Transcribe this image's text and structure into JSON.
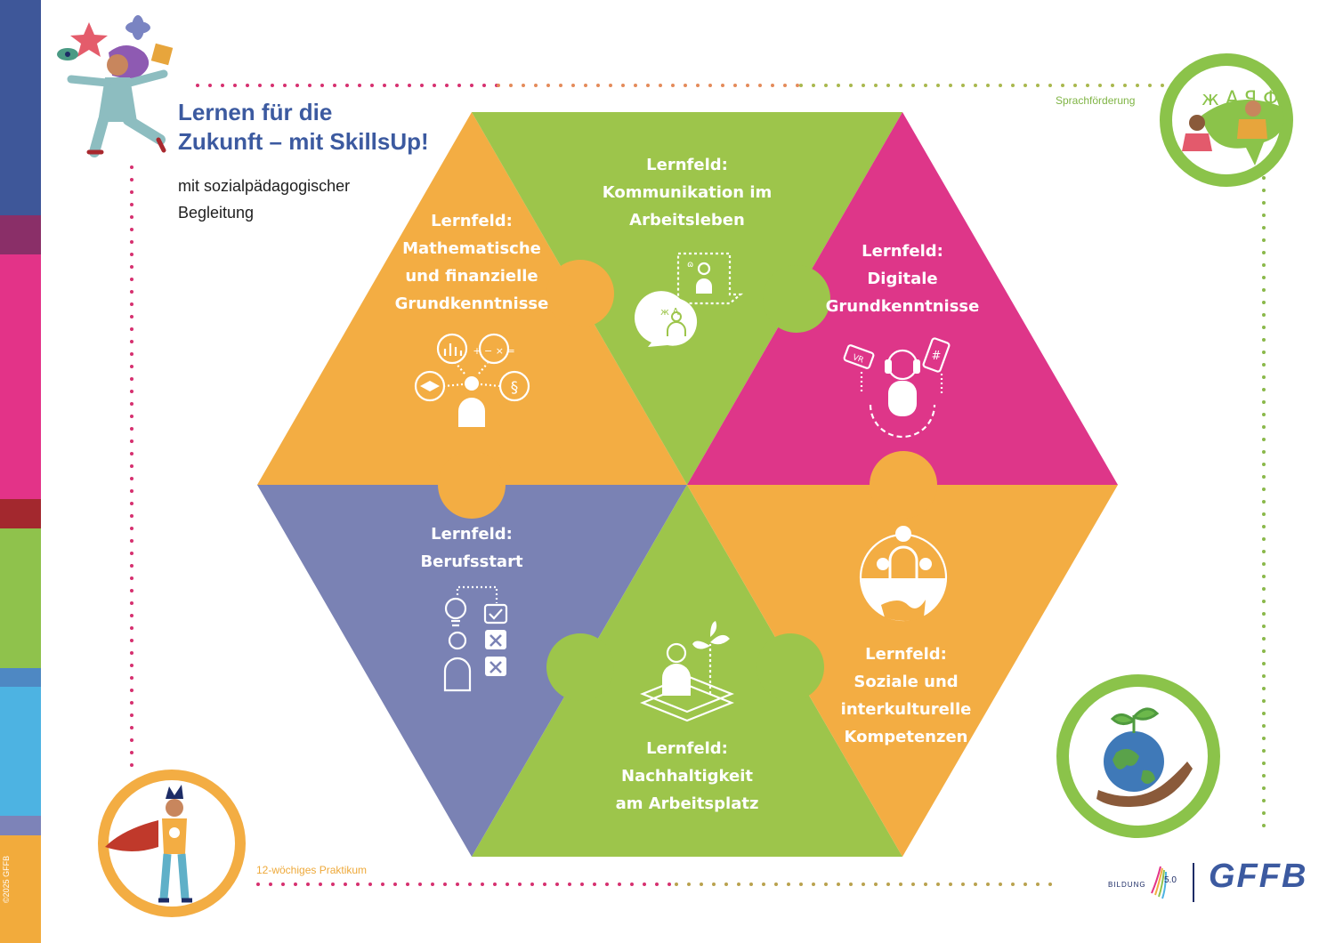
{
  "title_line1": "Lernen für die",
  "title_line2": "Zukunft – mit SkillsUp!",
  "subtitle_line1": "mit sozialpädagogischer",
  "subtitle_line2": "Begleitung",
  "captions": {
    "language": "Sprachförderung",
    "internship": "12-wöchiges Praktikum"
  },
  "copyright": "©2025 GFFB",
  "fields": {
    "math": {
      "line1": "Lernfeld:",
      "line2": "Mathematische",
      "line3": "und finanzielle",
      "line4": "Grundkenntnisse",
      "color": "#f3ad43"
    },
    "communication": {
      "line1": "Lernfeld:",
      "line2": "Kommunikation im",
      "line3": "Arbeitsleben",
      "color": "#9dc54b"
    },
    "digital": {
      "line1": "Lernfeld:",
      "line2": "Digitale",
      "line3": "Grundkenntnisse",
      "color": "#de3689"
    },
    "career": {
      "line1": "Lernfeld:",
      "line2": "Berufsstart",
      "color": "#7a82b4"
    },
    "sustainability": {
      "line1": "Lernfeld:",
      "line2": "Nachhaltigkeit",
      "line3": "am Arbeitsplatz",
      "color": "#9dc54b"
    },
    "social": {
      "line1": "Lernfeld:",
      "line2": "Soziale und",
      "line3": "interkulturelle",
      "line4": "Kompetenzen",
      "color": "#f3ad43"
    }
  },
  "icons": {
    "vr_label": "VR",
    "hash": "#",
    "paragraph": "§",
    "math_ops": "+ − × =",
    "letters_small": "ж A",
    "letters_large": "ж A ꟼ Φ"
  },
  "logos": {
    "bildung": "BILDUNG",
    "bildung_version": "5.0",
    "gffb": "GFFB"
  },
  "colors": {
    "title": "#3c5aa0",
    "dots_pink": "#d6306f",
    "dots_green": "#8ab84a",
    "dots_orange": "#eea93a",
    "circle_green": "#8bc34a",
    "circle_orange": "#f3ad43"
  }
}
